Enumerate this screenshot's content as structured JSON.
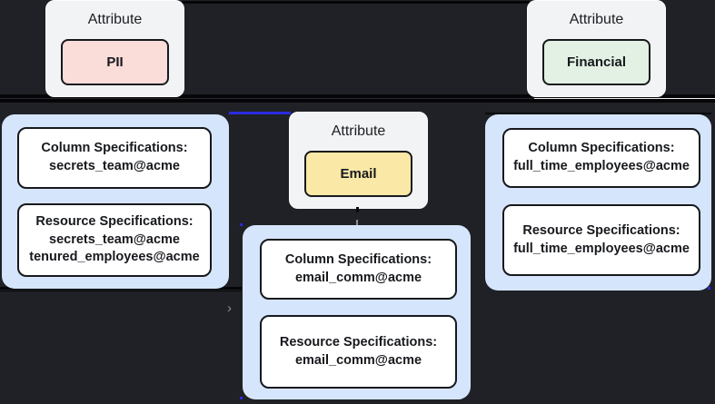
{
  "diagram": {
    "attribute_groups": [
      {
        "title": "Attribute",
        "name": "PII"
      },
      {
        "title": "Attribute",
        "name": "Email"
      },
      {
        "title": "Attribute",
        "name": "Financial"
      }
    ],
    "spec_containers": [
      {
        "column": {
          "title": "Column Specifications:",
          "lines": [
            "secrets_team@acme"
          ]
        },
        "resource": {
          "title": "Resource Specifications:",
          "lines": [
            "secrets_team@acme",
            "tenured_employees@acme"
          ]
        }
      },
      {
        "column": {
          "title": "Column Specifications:",
          "lines": [
            "email_comm@acme"
          ]
        },
        "resource": {
          "title": "Resource Specifications:",
          "lines": [
            "email_comm@acme"
          ]
        }
      },
      {
        "column": {
          "title": "Column Specifications:",
          "lines": [
            "full_time_employees@acme"
          ]
        },
        "resource": {
          "title": "Resource Specifications:",
          "lines": [
            "full_time_employees@acme"
          ]
        }
      }
    ],
    "arrow_glyph": "›",
    "colors": {
      "background": "#1f2126",
      "pii_fill": "#fadcd9",
      "email_fill": "#fae8a6",
      "financial_fill": "#e2f1e3",
      "container_fill": "#d5e5fb",
      "edge_blue": "#2b2be0",
      "line_black": "#060608",
      "separator_white": "#eef0f2"
    }
  }
}
